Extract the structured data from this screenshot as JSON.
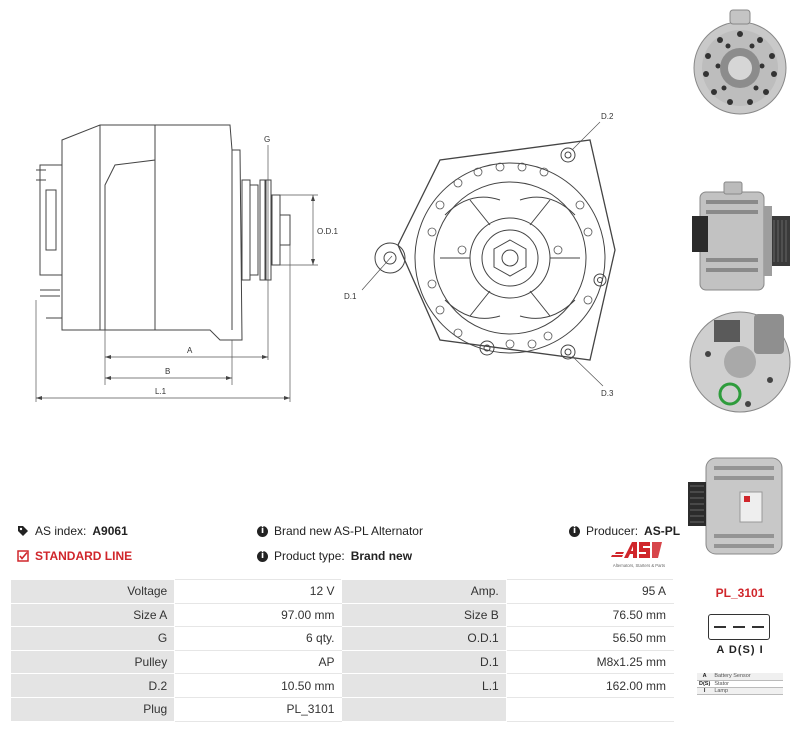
{
  "drawing": {
    "labels": {
      "g": "G",
      "od1": "O.D.1",
      "a": "A",
      "b": "B",
      "l1": "L.1",
      "d1": "D.1",
      "d2": "D.2",
      "d3": "D.3"
    }
  },
  "photos": [
    "front view",
    "side view",
    "rear view",
    "three-quarter view"
  ],
  "info": {
    "as_index_label": "AS index:",
    "as_index_value": "A9061",
    "standard_line": "STANDARD LINE",
    "description": "Brand new AS-PL Alternator",
    "product_type_label": "Product type:",
    "product_type_value": "Brand new",
    "producer_label": "Producer:",
    "producer_value": "AS-PL",
    "logo_caption": "Alternators, Starters & Parts"
  },
  "specs": [
    {
      "l1": "Voltage",
      "v1": "12 V",
      "l2": "Amp.",
      "v2": "95 A"
    },
    {
      "l1": "Size A",
      "v1": "97.00 mm",
      "l2": "Size B",
      "v2": "76.50 mm"
    },
    {
      "l1": "G",
      "v1": "6 qty.",
      "l2": "O.D.1",
      "v2": "56.50 mm"
    },
    {
      "l1": "Pulley",
      "v1": "AP",
      "l2": "D.1",
      "v2": "M8x1.25 mm"
    },
    {
      "l1": "D.2",
      "v1": "10.50 mm",
      "l2": "L.1",
      "v2": "162.00 mm"
    },
    {
      "l1": "Plug",
      "v1": "PL_3101",
      "l2": "",
      "v2": ""
    }
  ],
  "plug": {
    "title": "PL_3101",
    "pins": "A D(S) I",
    "legend": [
      {
        "k": "A",
        "d": "Battery Sensor"
      },
      {
        "k": "D(S)",
        "d": "Stator"
      },
      {
        "k": "I",
        "d": "Lamp"
      }
    ]
  },
  "colors": {
    "accent": "#d0262b",
    "header_cell": "#e4e4e4"
  }
}
